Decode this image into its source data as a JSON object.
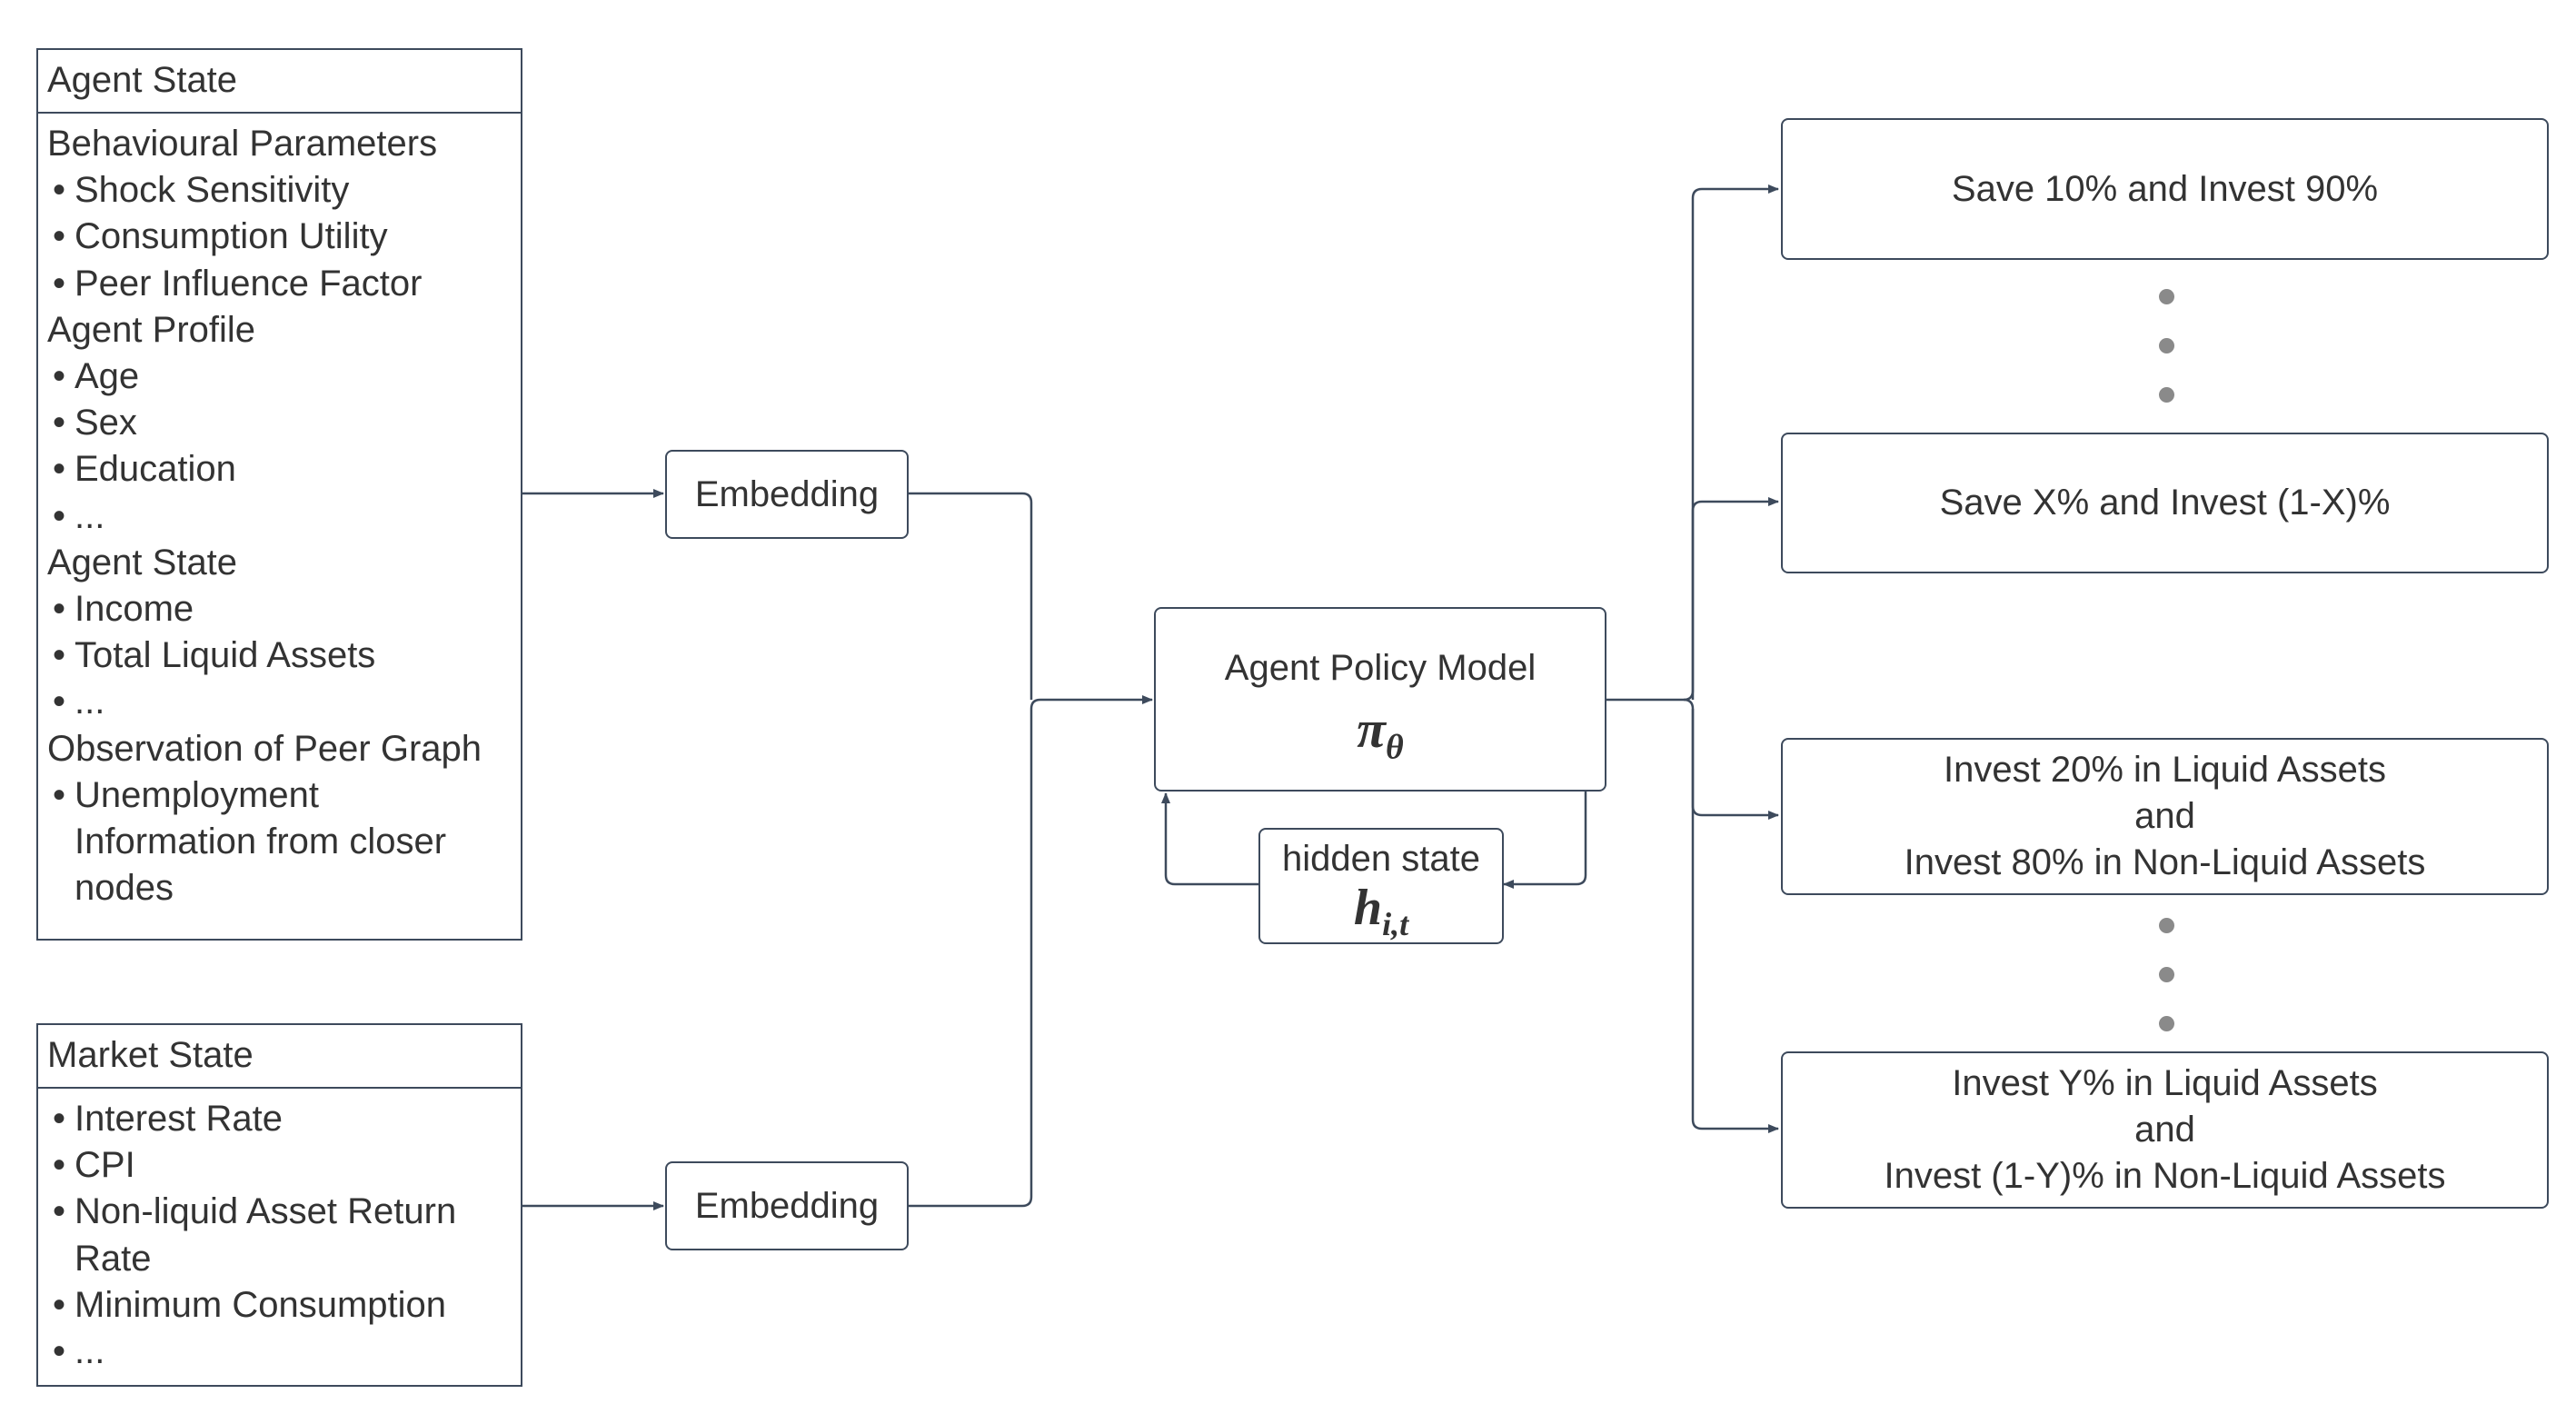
{
  "agent_panel": {
    "title": "Agent State",
    "rows": [
      {
        "kind": "sec",
        "text": "Behavioural Parameters"
      },
      {
        "kind": "bul",
        "text": "Shock Sensitivity"
      },
      {
        "kind": "bul",
        "text": "Consumption Utility"
      },
      {
        "kind": "bul",
        "text": "Peer Influence Factor"
      },
      {
        "kind": "sec",
        "text": "Agent Profile"
      },
      {
        "kind": "bul",
        "text": "Age"
      },
      {
        "kind": "bul",
        "text": "Sex"
      },
      {
        "kind": "bul",
        "text": "Education"
      },
      {
        "kind": "bul",
        "text": "..."
      },
      {
        "kind": "sec",
        "text": "Agent State"
      },
      {
        "kind": "bul",
        "text": "Income"
      },
      {
        "kind": "bul",
        "text": "Total Liquid Assets"
      },
      {
        "kind": "bul",
        "text": "..."
      },
      {
        "kind": "sec",
        "text": "Observation of Peer Graph"
      },
      {
        "kind": "bul",
        "text": "Unemployment"
      },
      {
        "kind": "cont",
        "text": "Information from closer"
      },
      {
        "kind": "cont",
        "text": "nodes"
      }
    ]
  },
  "market_panel": {
    "title": "Market State",
    "rows": [
      {
        "kind": "bul",
        "text": "Interest Rate"
      },
      {
        "kind": "bul",
        "text": "CPI"
      },
      {
        "kind": "bul",
        "text": "Non-liquid Asset Return"
      },
      {
        "kind": "cont",
        "text": "Rate"
      },
      {
        "kind": "bul",
        "text": "Minimum Consumption"
      },
      {
        "kind": "bul",
        "text": "..."
      }
    ]
  },
  "embedding_top": {
    "label": "Embedding"
  },
  "embedding_bottom": {
    "label": "Embedding"
  },
  "policy": {
    "label": "Agent Policy Model",
    "symbol": "π",
    "subscript": "θ"
  },
  "hidden": {
    "label": "hidden state",
    "symbol": "h",
    "subscript": "i,t"
  },
  "actions": [
    {
      "lines": [
        "Save 10% and Invest 90%"
      ]
    },
    {
      "lines": [
        "Save X% and Invest (1-X)%"
      ]
    },
    {
      "lines": [
        "Invest 20% in Liquid Assets",
        "and",
        "Invest 80% in Non-Liquid Assets"
      ]
    },
    {
      "lines": [
        "Invest Y% in Liquid Assets",
        "and",
        "Invest (1-Y)% in Non-Liquid Assets"
      ]
    }
  ],
  "colors": {
    "stroke": "#3d4a5c",
    "text": "#333333",
    "ellipsis_dot": "#8a8a8a",
    "background": "#ffffff"
  }
}
